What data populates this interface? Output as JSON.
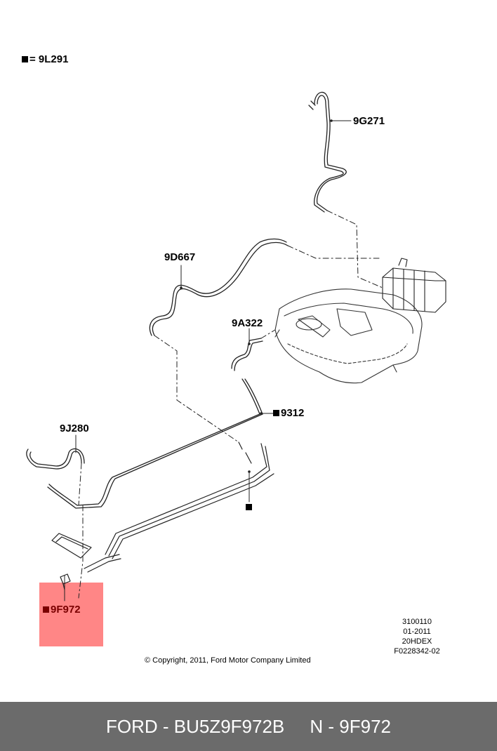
{
  "legend": {
    "symbol": "■",
    "text": "= 9L291"
  },
  "labels": {
    "part_9g271": "9G271",
    "part_9d667": "9D667",
    "part_9a322": "9A322",
    "part_9312": "9312",
    "part_9j280": "9J280",
    "part_9f972": "9F972"
  },
  "meta": {
    "line1": "3100110",
    "line2": "01-2011",
    "line3": "20HDEX",
    "line4": "F0228342-02"
  },
  "copyright": "© Copyright, 2011, Ford Motor Company Limited",
  "footer": {
    "brand_part": "FORD - BU5Z9F972B",
    "ref_part": "N - 9F972"
  },
  "colors": {
    "highlight": "#ff8686",
    "footer_bg": "#6b6b6b",
    "footer_text": "#ffffff"
  }
}
